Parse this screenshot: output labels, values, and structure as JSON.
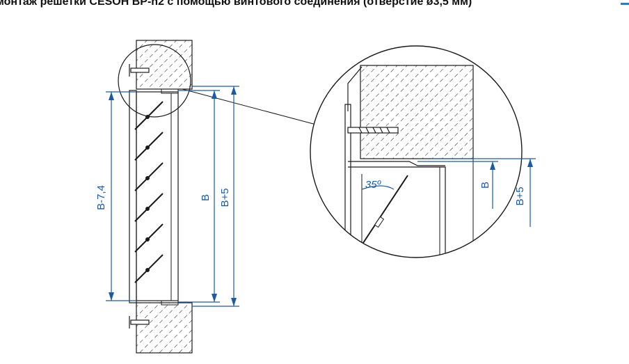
{
  "title": "монтаж решетки CESOH BP-n2 с помощью винтового соединения (отверстие ø3,5 мм)",
  "labels": {
    "dim_b_minus": "B-7,4",
    "dim_b": "B",
    "dim_b_plus": "B+5",
    "detail_b": "B",
    "detail_b_plus": "B+5",
    "angle": "35º"
  },
  "colors": {
    "line": "#1a1a1a",
    "dimension": "#1a5aa6",
    "hatch": "#333333",
    "accent": "#2f7cc2"
  }
}
